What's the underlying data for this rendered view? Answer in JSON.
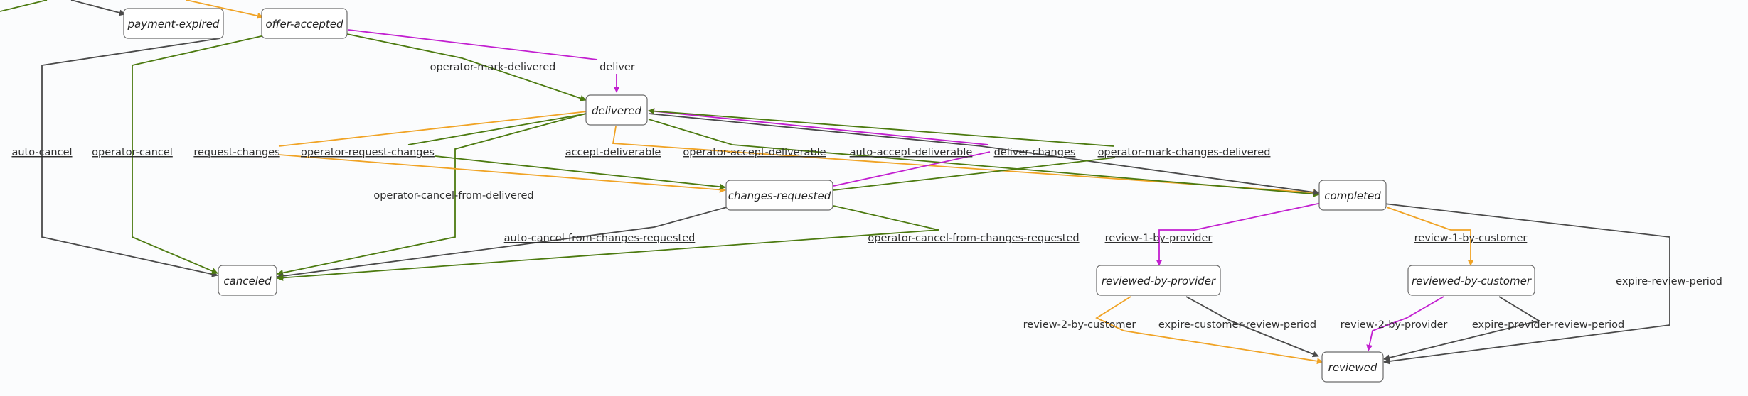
{
  "colors": {
    "gray": "#4a4a4a",
    "green": "#4c7a10",
    "orange": "#f0a325",
    "magenta": "#c21fd0"
  },
  "states": {
    "payment_expired": "payment-expired",
    "offer_accepted": "offer-accepted",
    "delivered": "delivered",
    "changes_requested": "changes-requested",
    "completed": "completed",
    "canceled": "canceled",
    "reviewed_by_provider": "reviewed-by-provider",
    "reviewed_by_customer": "reviewed-by-customer",
    "reviewed": "reviewed"
  },
  "transitions": {
    "operator_mark_delivered": "operator-mark-delivered",
    "deliver": "deliver",
    "auto_cancel": "auto-cancel",
    "operator_cancel": "operator-cancel",
    "request_changes": "request-changes",
    "operator_request_changes": "operator-request-changes",
    "accept_deliverable": "accept-deliverable",
    "operator_accept_deliverable": "operator-accept-deliverable",
    "auto_accept_deliverable": "auto-accept-deliverable",
    "deliver_changes": "deliver-changes",
    "operator_mark_changes_delivered": "operator-mark-changes-delivered",
    "operator_cancel_from_delivered": "operator-cancel-from-delivered",
    "auto_cancel_from_changes_requested": "auto-cancel-from-changes-requested",
    "operator_cancel_from_changes_requested": "operator-cancel-from-changes-requested",
    "review_1_by_provider": "review-1-by-provider",
    "review_1_by_customer": "review-1-by-customer",
    "expire_review_period": "expire-review-period",
    "review_2_by_customer": "review-2-by-customer",
    "expire_customer_review_period": "expire-customer-review-period",
    "review_2_by_provider": "review-2-by-provider",
    "expire_provider_review_period": "expire-provider-review-period"
  }
}
